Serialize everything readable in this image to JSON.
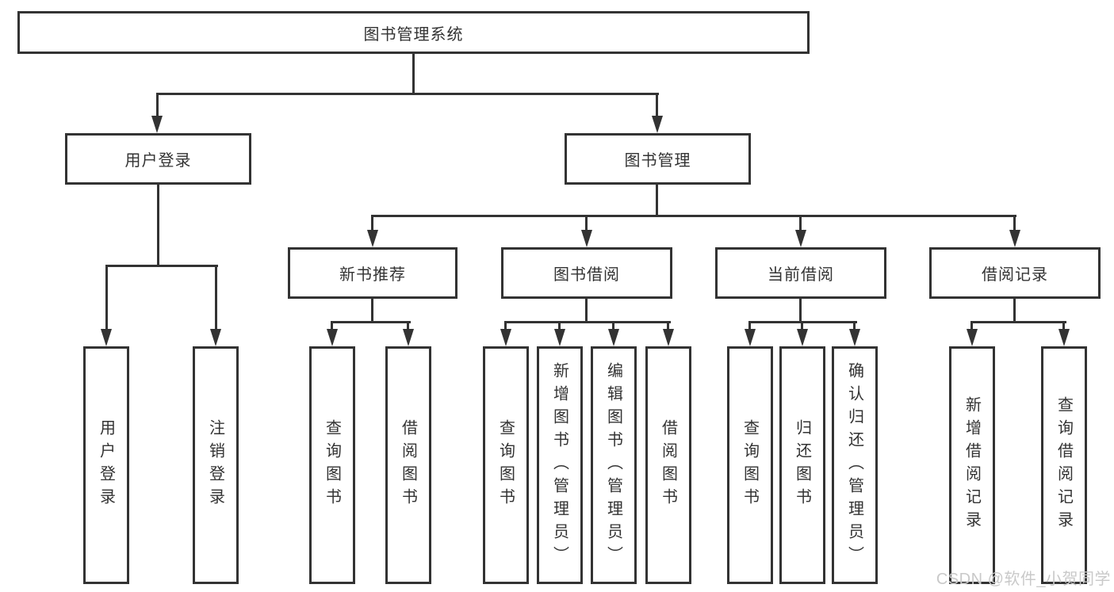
{
  "diagram": {
    "root": {
      "label": "图书管理系统"
    },
    "branches": [
      {
        "label": "用户登录",
        "children": [
          {
            "label": "用户登录"
          },
          {
            "label": "注销登录"
          }
        ]
      },
      {
        "label": "图书管理",
        "children": [
          {
            "label": "新书推荐",
            "children": [
              {
                "label": "查询图书"
              },
              {
                "label": "借阅图书"
              }
            ]
          },
          {
            "label": "图书借阅",
            "children": [
              {
                "label": "查询图书"
              },
              {
                "label": "新增图书（管理员）"
              },
              {
                "label": "编辑图书（管理员）"
              },
              {
                "label": "借阅图书"
              }
            ]
          },
          {
            "label": "当前借阅",
            "children": [
              {
                "label": "查询图书"
              },
              {
                "label": "归还图书"
              },
              {
                "label": "确认归还（管理员）"
              }
            ]
          },
          {
            "label": "借阅记录",
            "children": [
              {
                "label": "新增借阅记录"
              },
              {
                "label": "查询借阅记录"
              }
            ]
          }
        ]
      }
    ]
  },
  "watermark": {
    "text": "CSDN @软件_小贺同学"
  },
  "colors": {
    "line": "#333333",
    "text": "#333333",
    "background": "#ffffff",
    "watermark": "#c9c9c9"
  }
}
